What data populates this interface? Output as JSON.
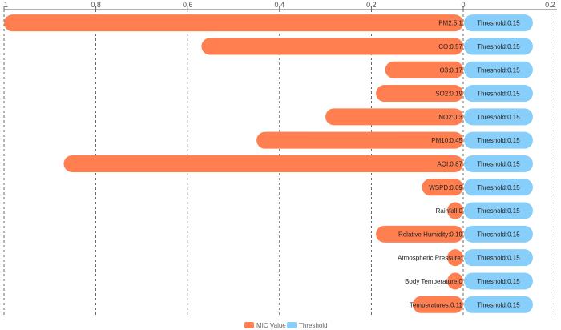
{
  "chart_data": {
    "type": "bar",
    "orientation": "horizontal",
    "x_axis_position": "top",
    "x_ticks": [
      "1",
      "0.8",
      "0.6",
      "0.4",
      "0.2",
      "0",
      "0.2"
    ],
    "x_domain": [
      1,
      -0.2
    ],
    "grid": "vertical dashed",
    "categories": [
      "PM2.5",
      "CO",
      "O3",
      "SO2",
      "NO2",
      "PM10",
      "AQI",
      "WSPD",
      "Rainfall",
      "Relative Humidity",
      "Atmospheric Pressure",
      "Body Temperature",
      "Temperatures"
    ],
    "series": [
      {
        "name": "MIC Value",
        "color": "#ff7f50",
        "values": [
          1,
          0.57,
          0.17,
          0.19,
          0.3,
          0.45,
          0.87,
          0.09,
          0,
          0.19,
          0,
          0,
          0.11
        ],
        "labels": [
          "PM2.5:1",
          "CO:0.57",
          "O3:0.17",
          "SO2:0.19",
          "NO2:0.3",
          "PM10:0.45",
          "AQI:0.87",
          "WSPD:0.09",
          "Rainfall:0",
          "Relative Humidity:0.19",
          "Atmospheric Pressure:",
          "Body Temperature:0",
          "Temperatures:0.11"
        ]
      },
      {
        "name": "Threshold",
        "color": "#87cefa",
        "values": [
          0.15,
          0.15,
          0.15,
          0.15,
          0.15,
          0.15,
          0.15,
          0.15,
          0.15,
          0.15,
          0.15,
          0.15,
          0.15
        ],
        "labels": [
          "Threshold:0.15",
          "Threshold:0.15",
          "Threshold:0.15",
          "Threshold:0.15",
          "Threshold:0.15",
          "Threshold:0.15",
          "Threshold:0.15",
          "Threshold:0.15",
          "Threshold:0.15",
          "Threshold:0.15",
          "Threshold:0.15",
          "Threshold:0.15",
          "Threshold:0.15"
        ]
      }
    ],
    "legend": {
      "position": "bottom-center",
      "items": [
        "MIC Value",
        "Threshold"
      ]
    }
  }
}
